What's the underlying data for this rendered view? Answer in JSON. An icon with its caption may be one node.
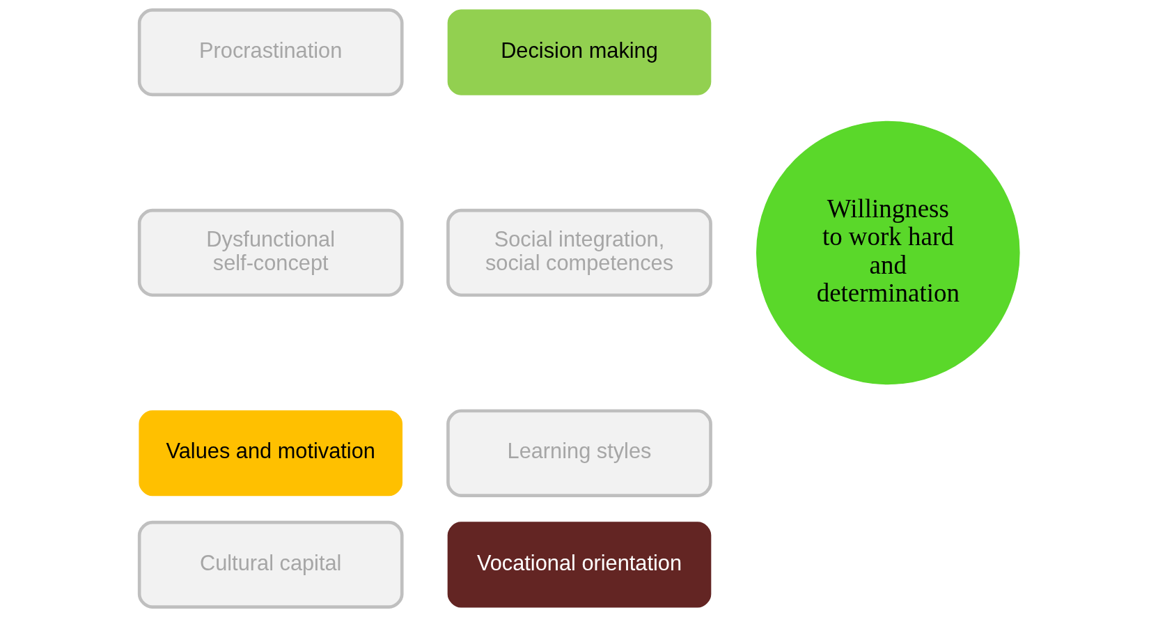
{
  "diagram": {
    "nodes": [
      {
        "text": [
          "Procrastination"
        ]
      },
      {
        "text": [
          "Decision making"
        ]
      },
      {
        "text": [
          "Dysfunctional self-concept"
        ]
      },
      {
        "text": [
          "Willingness to work hard and determination"
        ]
      },
      {
        "text": [
          "Social integration, social competences"
        ]
      },
      {
        "text": [
          "Values and motivation"
        ]
      },
      {
        "text": [
          "Learning styles"
        ]
      },
      {
        "text": [
          "Cultural capital"
        ]
      },
      {
        "text": [
          "Vocational orientation"
        ]
      }
    ]
  }
}
